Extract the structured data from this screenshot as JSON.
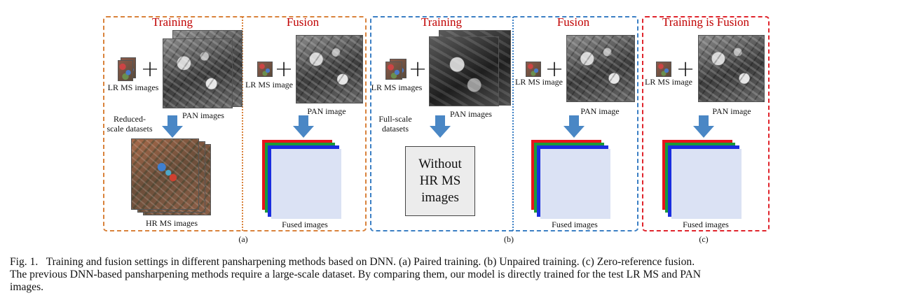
{
  "panels": {
    "a": {
      "training_title": "Training",
      "fusion_title": "Fusion",
      "lr_ms_images": "LR MS images",
      "pan_images": "PAN images",
      "reduced_scale_datasets": "Reduced-scale datasets",
      "hr_ms_images": "HR MS images",
      "lr_ms_image": "LR MS image",
      "pan_image": "PAN image",
      "fused_images": "Fused images",
      "label": "(a)"
    },
    "b": {
      "training_title": "Training",
      "fusion_title": "Fusion",
      "lr_ms_images": "LR MS images",
      "pan_images": "PAN images",
      "full_scale_datasets": "Full-scale datasets",
      "without_hr": "Without HR MS images",
      "lr_ms_image": "LR MS image",
      "pan_image": "PAN image",
      "fused_images": "Fused images",
      "label": "(b)"
    },
    "c": {
      "title": "Training is Fusion",
      "lr_ms_image": "LR MS image",
      "pan_image": "PAN image",
      "fused_images": "Fused images",
      "label": "(c)"
    }
  },
  "caption": {
    "line1": "Fig. 1.   Training and fusion settings in different pansharpening methods based on DNN. (a) Paired training. (b) Unpaired training. (c) Zero-reference fusion.",
    "line2": "The previous DNN-based pansharpening methods require a large-scale dataset. By comparing them, our model is directly trained for the test LR MS and PAN",
    "line3": "images."
  },
  "colors": {
    "panel_a_border": "#d9823b",
    "panel_b_border": "#3b7fc4",
    "panel_c_border": "#e0242c",
    "title_red": "#c00000",
    "arrow_blue": "#4a87c5",
    "layer_red": "#e8141b",
    "layer_green": "#1a9a3a",
    "layer_blue": "#1a2ee0"
  },
  "icons": [
    "plus-icon",
    "down-arrow-icon"
  ]
}
